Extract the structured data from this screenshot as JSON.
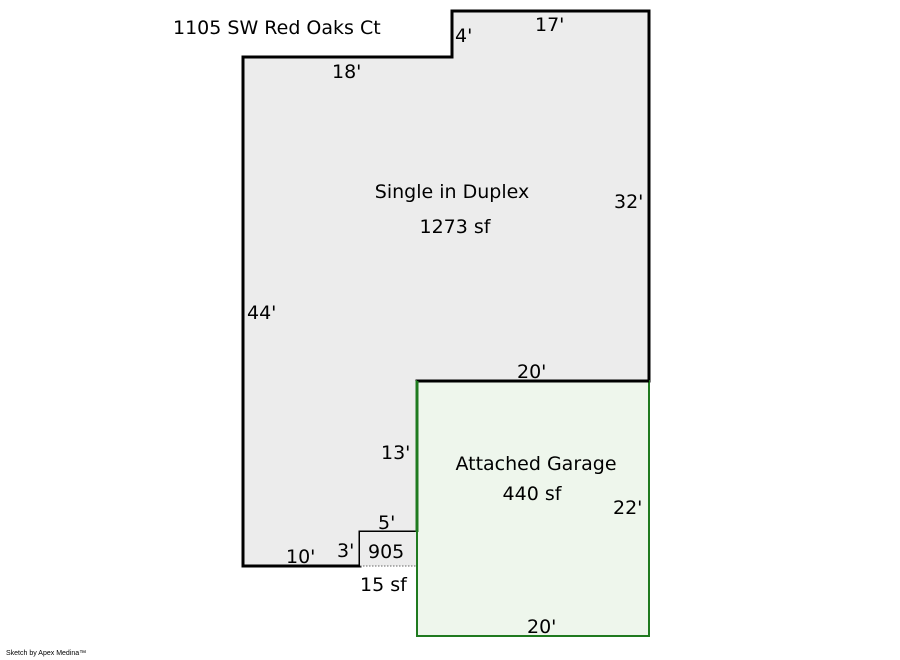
{
  "title": "1105 SW Red Oaks Ct",
  "colors": {
    "living_fill": "#ececec",
    "living_stroke": "#000000",
    "garage_fill": "#eef6ec",
    "garage_stroke": "#1f7a1f"
  },
  "areas": {
    "living": {
      "name": "Single in Duplex",
      "area": "1273 sf"
    },
    "garage": {
      "name": "Attached Garage",
      "area": "440 sf"
    },
    "small": {
      "name": "905",
      "area": "15 sf"
    }
  },
  "dimensions": {
    "top_right": "17'",
    "step": "4'",
    "top_left": "18'",
    "right": "32'",
    "left": "44'",
    "garage_top": "20'",
    "inner_vertical": "13'",
    "garage_right": "22'",
    "notch_top": "5'",
    "notch_side": "3'",
    "bottom_left": "10'",
    "garage_bottom": "20'"
  },
  "footer": "Sketch by Apex Medina™"
}
